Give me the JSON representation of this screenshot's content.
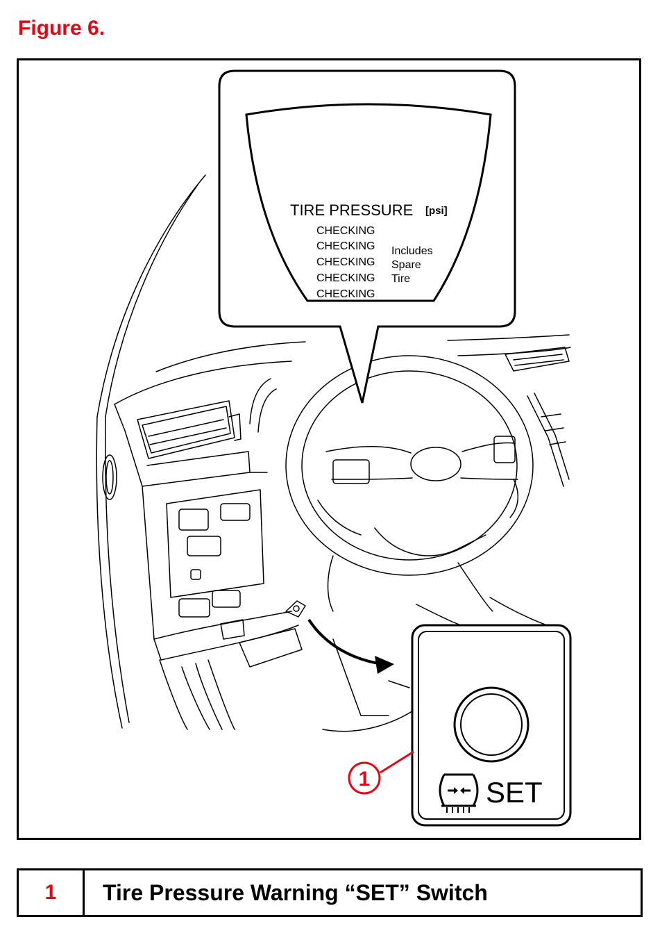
{
  "figure_title": "Figure 6.",
  "display": {
    "heading": "TIRE PRESSURE",
    "unit": "[psi]",
    "rows": [
      "CHECKING",
      "CHECKING",
      "CHECKING",
      "CHECKING",
      "CHECKING"
    ],
    "note_lines": [
      "Includes",
      "Spare",
      "Tire"
    ]
  },
  "switch_panel": {
    "label": "SET",
    "icon": "tire-pressure-warning-icon"
  },
  "callout_number": "1",
  "legend": {
    "number": "1",
    "description": "Tire Pressure Warning “SET” Switch"
  },
  "colors": {
    "accent": "#e30613",
    "line": "#000000"
  }
}
